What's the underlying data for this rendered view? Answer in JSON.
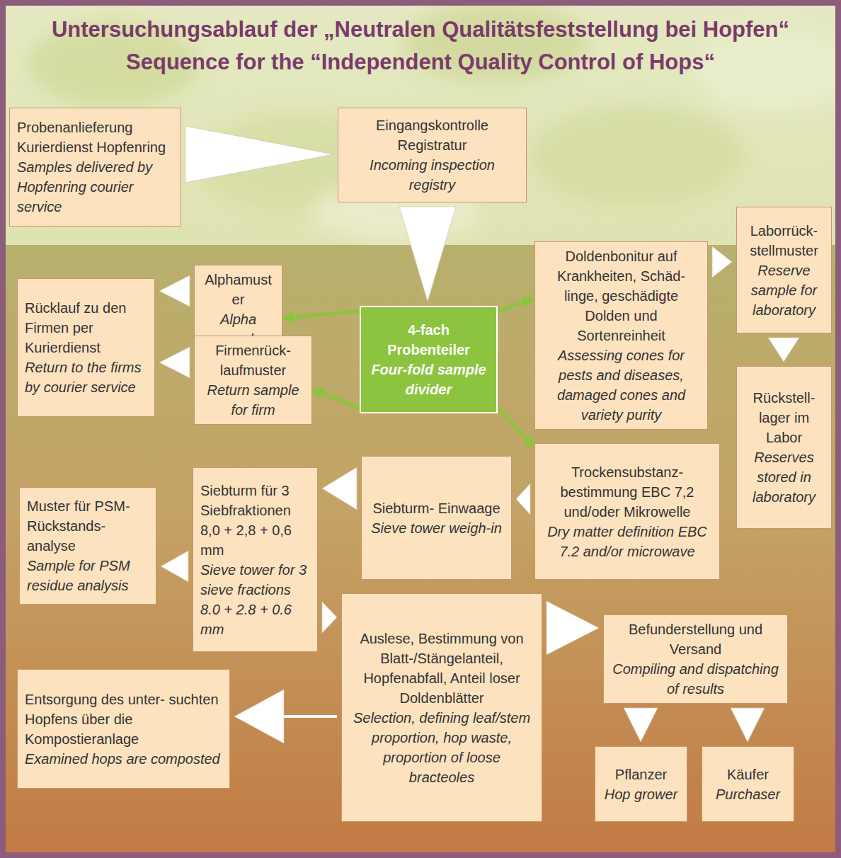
{
  "diagram": {
    "title": "Untersuchungsablauf der „Neutralen Qualitätsfeststellung bei Hopfen“",
    "nodes": [
      {
        "text": [
          "Probenanlieferung Kurierdienst Hopfenring",
          "Samples delivered by Hopfenring courier service"
        ]
      },
      {
        "text": [
          "Eingangskontrolle Registratur",
          "Incoming inspection registry"
        ]
      },
      {
        "text": [
          "Alphamuster",
          "Alpha sample"
        ]
      },
      {
        "text": [
          "Rücklauf zu den Firmen per Kurierdienst",
          "Return to the firms by courier service"
        ]
      },
      {
        "text": [
          "4-fach Probenteiler",
          "Four-fold sample divider"
        ]
      },
      {
        "text": [
          "Doldenbonitur auf Krankheiten, Schäd- linge, geschädigte Dolden und Sortenreinheit",
          "Assessing cones for pests and diseases, damaged cones and variety purity"
        ]
      },
      {
        "text": [
          "Laborrück- stellmuster",
          "Reserve sample for laboratory"
        ]
      },
      {
        "text": [
          "Firmenrück- laufmuster",
          "Return sample for firm"
        ]
      },
      {
        "text": [
          "Rückstell- lager im Labor",
          "Reserves stored in laboratory"
        ]
      },
      {
        "text": [
          "Trockensubstanz- bestimmung EBC 7,2 und/oder Mikrowelle",
          "Dry matter definition EBC 7.2 and/or microwave"
        ]
      },
      {
        "text": [
          "Siebturm- Einwaage",
          "Sieve tower weigh-in"
        ]
      },
      {
        "text": [
          "Siebturm für 3 Siebfraktionen 8,0 + 2,8 + 0,6 mm",
          "Sieve tower for 3 sieve fractions 8.0 + 2.8 + 0.6 mm"
        ]
      },
      {
        "text": [
          "Muster für PSM- Rückstands- analyse",
          "Sample for PSM residue analysis"
        ]
      },
      {
        "text": [
          "Auslese, Bestimmung von Blatt-/Stängelanteil, Hopfenabfall, Anteil loser Doldenblätter",
          "Selection, defining leaf/stem proportion, hop waste, proportion of loose bracteoles"
        ]
      },
      {
        "text": [
          "Befunderstellung und Versand",
          "Compiling and dispatching of results"
        ]
      },
      {
        "text": [
          "Entsorgung des unter- suchten Hopfens über die Kompostieranlage",
          "Examined hops are composted"
        ]
      },
      {
        "text": [
          "Pflanzer",
          "Hop grower"
        ]
      },
      {
        "text": [
          "Käufer",
          "Purchaser"
        ]
      }
    ],
    "edges": [
      {
        "from": 0,
        "to": 1,
        "arrow": "to"
      },
      {
        "from": 1,
        "to": 4,
        "arrow": "to"
      },
      {
        "from": 4,
        "to": 2,
        "arrow": "to"
      },
      {
        "from": 4,
        "to": 7,
        "arrow": "to"
      },
      {
        "from": 4,
        "to": 5,
        "arrow": "to"
      },
      {
        "from": 4,
        "to": 9,
        "arrow": "to"
      },
      {
        "from": 2,
        "to": 3,
        "arrow": "to"
      },
      {
        "from": 7,
        "to": 3,
        "arrow": "to"
      },
      {
        "from": 5,
        "to": 6,
        "arrow": "to"
      },
      {
        "from": 6,
        "to": 8,
        "arrow": "to"
      },
      {
        "from": 9,
        "to": 10,
        "arrow": "to"
      },
      {
        "from": 10,
        "to": 11,
        "arrow": "to"
      },
      {
        "from": 11,
        "to": 12,
        "arrow": "to"
      },
      {
        "from": 11,
        "to": 13,
        "arrow": "to"
      },
      {
        "from": 13,
        "to": 14,
        "arrow": "to"
      },
      {
        "from": 13,
        "to": 15,
        "arrow": "to"
      },
      {
        "from": 14,
        "to": 16,
        "arrow": "to"
      },
      {
        "from": 14,
        "to": 17,
        "arrow": "to"
      }
    ],
    "labels": [
      "Sequence for the “Independent Quality Control of Hops“"
    ]
  }
}
